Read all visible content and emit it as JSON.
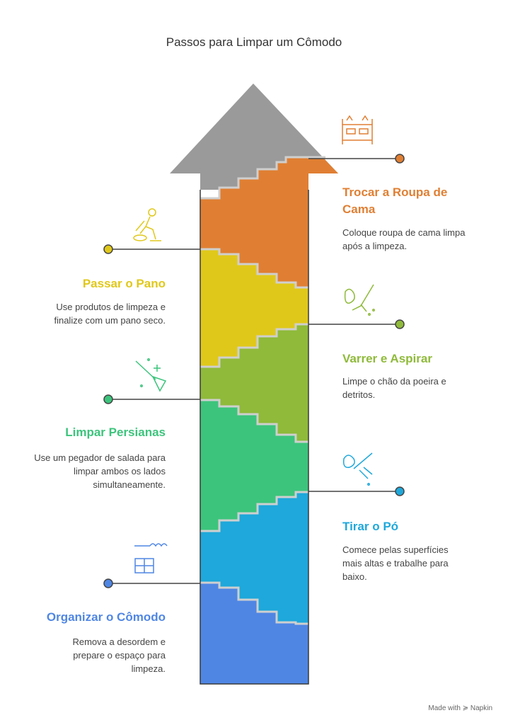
{
  "title": "Passos para Limpar um Cômodo",
  "steps": [
    {
      "title": "Organizar o Cômodo",
      "desc": "Remova a desordem e prepare o espaço para limpeza.",
      "color": "#4f86e4",
      "icon": "closet-icon"
    },
    {
      "title": "Tirar o Pó",
      "desc": "Comece pelas superfícies mais altas e trabalhe para baixo.",
      "color": "#1ea8db",
      "icon": "duster-icon"
    },
    {
      "title": "Limpar Persianas",
      "desc": "Use um pegador de salada para limpar ambos os lados simultaneamente.",
      "color": "#3cc47c",
      "icon": "sparkle-broom-icon"
    },
    {
      "title": "Varrer e Aspirar",
      "desc": "Limpe o chão da poeira e detritos.",
      "color": "#8fba3a",
      "icon": "broom-icon"
    },
    {
      "title": "Passar o Pano",
      "desc": "Use produtos de limpeza e finalize com um pano seco.",
      "color": "#e0c81a",
      "icon": "mopping-person-icon"
    },
    {
      "title": "Trocar a Roupa de Cama",
      "desc": "Coloque roupa de cama limpa após a limpeza.",
      "color": "#e07f33",
      "icon": "bed-icon"
    }
  ],
  "arrow_color": "#9a9a9a",
  "credit": "Made with ≽ Napkin"
}
